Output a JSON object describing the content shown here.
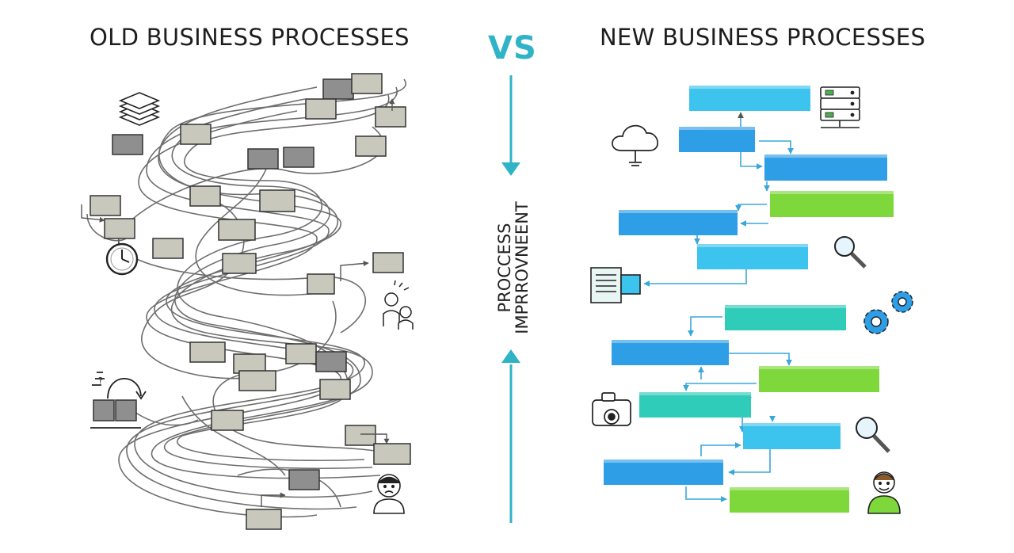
{
  "headings": {
    "old": "OLD BUSINESS PROCESSES",
    "vs": "VS",
    "new": "NEW BUSINESS PROCESSES"
  },
  "center_label": {
    "line1": "PROCCESS",
    "line2": "IMPRROVNEENT"
  },
  "colors": {
    "accent": "#2fb3c6",
    "old_box_light": "#c9c8bd",
    "old_box_dark": "#8f8f8f",
    "blue": "#2e9ee6",
    "light_blue": "#3cc3ee",
    "teal": "#2fccb9",
    "green": "#7ed83c",
    "connector": "#3aa7d9"
  },
  "icons": {
    "old_side": [
      "stack-icon",
      "clock-icon",
      "confused-people-icon",
      "loop-arrow-icon",
      "sad-person-icon"
    ],
    "new_side": [
      "server-icon",
      "cloud-icon",
      "magnifier-icon",
      "document-icon",
      "gears-icon",
      "camera-icon",
      "happy-person-icon"
    ]
  }
}
